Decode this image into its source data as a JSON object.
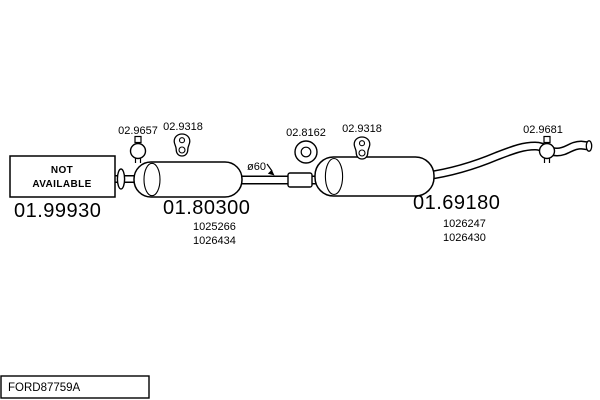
{
  "footer": {
    "code": "FORD87759A"
  },
  "not_available": {
    "line1": "NOT",
    "line2": "AVAILABLE",
    "part_number": "01.99930"
  },
  "middle_muffler": {
    "part_number": "01.80300",
    "ref_numbers": [
      "1025266",
      "1026434"
    ]
  },
  "rear_muffler": {
    "part_number": "01.69180",
    "ref_numbers": [
      "1026247",
      "1026430"
    ]
  },
  "fittings": [
    {
      "label": "02.9657",
      "icon": "clamp-icon"
    },
    {
      "label": "02.9318",
      "icon": "rubber-hanger-icon"
    },
    {
      "label": "02.8162",
      "icon": "rubber-ring-icon"
    },
    {
      "label": "02.9318",
      "icon": "rubber-hanger-icon"
    },
    {
      "label": "02.9681",
      "icon": "clamp-icon"
    }
  ],
  "annotations": {
    "pipe_diameter": "ø60"
  }
}
